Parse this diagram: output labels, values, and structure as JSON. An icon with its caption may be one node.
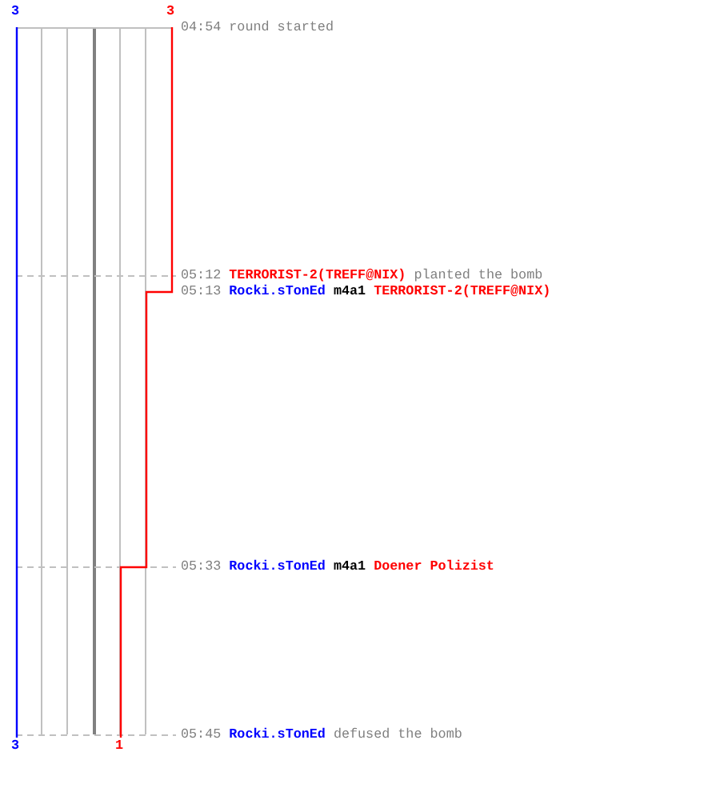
{
  "diagram": {
    "labels": [
      "3",
      "3",
      "04:54",
      "round started",
      "05:12",
      "TERRORIST-2(TREFF@NIX)",
      "planted the bomb",
      "05:13",
      "Rocki.sTonEd",
      "m4a1",
      "TERRORIST-2(TREFF@NIX)",
      "05:33",
      "Rocki.sTonEd",
      "m4a1",
      "Doener Polizist",
      "05:45",
      "Rocki.sTonEd",
      "defused the bomb",
      "3",
      "1"
    ]
  }
}
